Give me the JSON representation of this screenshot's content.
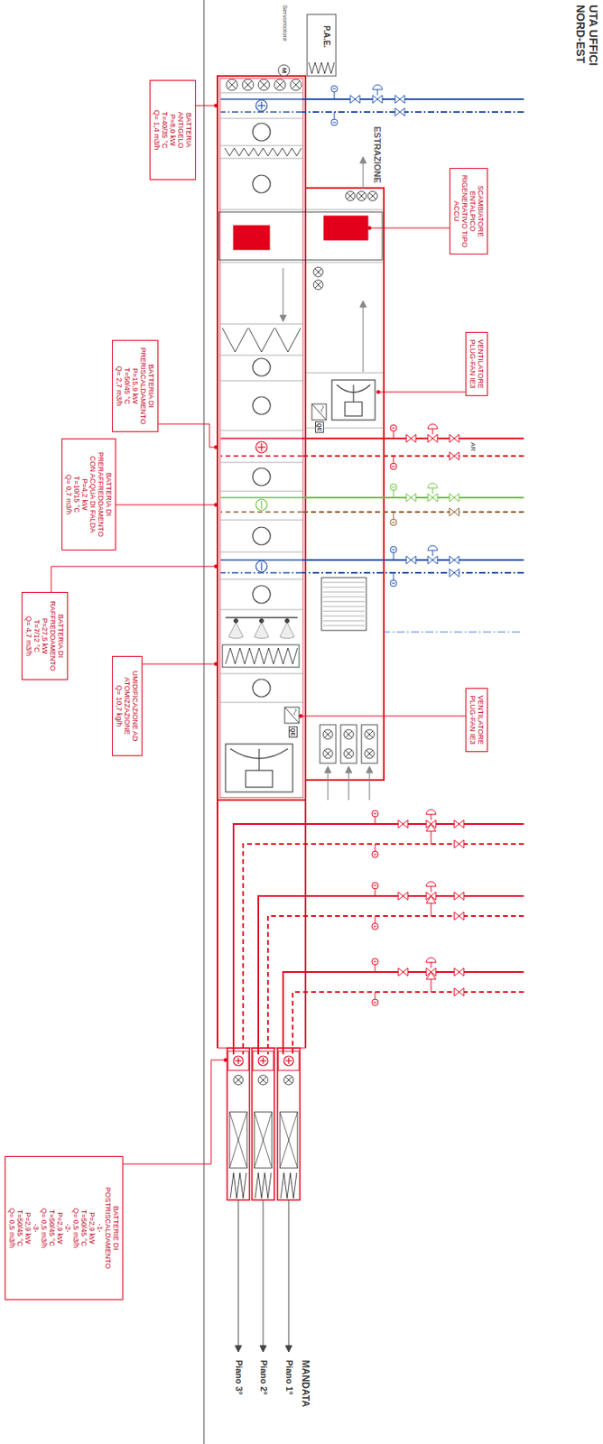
{
  "diagram": {
    "title": "UTA UFFICI NORD-EST",
    "nodes": [
      {
        "text": [
          "BATTERIA ANTIGELO",
          "P=8,0 kW",
          "T=40/35 °C",
          "Q= 1,4 m3/h"
        ]
      },
      {
        "text": [
          "SCAMBIATORE ENTALPICO RIGENERATIVO TIPO ACCU"
        ]
      },
      {
        "text": [
          "VENTILATORE PLUG-FAN IE3"
        ]
      },
      {
        "text": [
          "BATTERIA DI PRERISCALDAMENTO",
          "P=15,9 kW",
          "T=50/45 °C",
          "Q= 2,7 m3/h"
        ]
      },
      {
        "text": [
          "BATTERIA DI PRERAFFREDDAMENTO CON ACQUA DI FALDA",
          "P=4,2 kW",
          "T=10/15 °C",
          "Q= 0,7 m3/h"
        ]
      },
      {
        "text": [
          "BATTERIA DI RAFFREDDAMENTO",
          "P=27,5 kW",
          "T=7/12 °C",
          "Q= 4,7 m3/h"
        ]
      },
      {
        "text": [
          "UMIDIFICAZIONE AD ATOMIZZAZIONE",
          "Q= 10,7 kg/h"
        ]
      },
      {
        "text": [
          "VENTILATORE PLUG-FAN IE3"
        ]
      },
      {
        "text": [
          "BATTERIE DI POSTRISCALDAMENTO",
          "-1-",
          "P=2,9 kW",
          "T=50/45 °C",
          "Q= 0,5 m3/h",
          "-2-",
          "P=2,9 kW",
          "T=50/45 °C",
          "Q= 0,5 m3/h",
          "-3-",
          "P=2,9 kW",
          "T=50/45 °C",
          "Q= 0,5 m3/h"
        ]
      }
    ],
    "labels": [
      "Servomotore",
      "P.A.E.",
      "M",
      "ESTRAZIONE",
      "QE",
      "AR",
      "QE",
      "MANDATA",
      "Piano 1°",
      "Piano 2°",
      "Piano 3°"
    ]
  }
}
